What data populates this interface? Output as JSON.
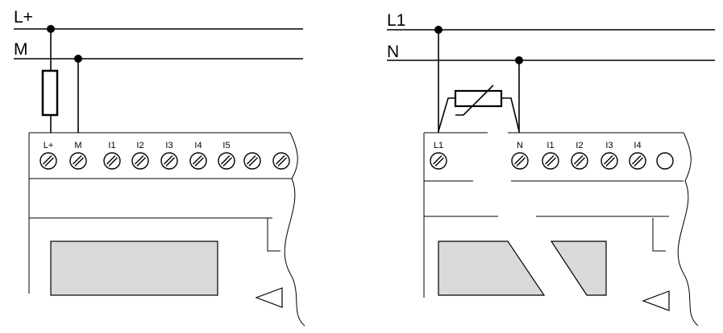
{
  "left_diagram": {
    "rail_top_label": "L+",
    "rail_bottom_label": "M",
    "terminals": [
      "L+",
      "M",
      "I1",
      "I2",
      "I3",
      "I4",
      "I5",
      "",
      ""
    ]
  },
  "right_diagram": {
    "rail_top_label": "L1",
    "rail_bottom_label": "N",
    "terminals": [
      "L1",
      "N",
      "I1",
      "I2",
      "I3",
      "I4",
      ""
    ]
  },
  "colors": {
    "line": "#000000",
    "display": "#d9d9d9",
    "background": "#ffffff"
  }
}
